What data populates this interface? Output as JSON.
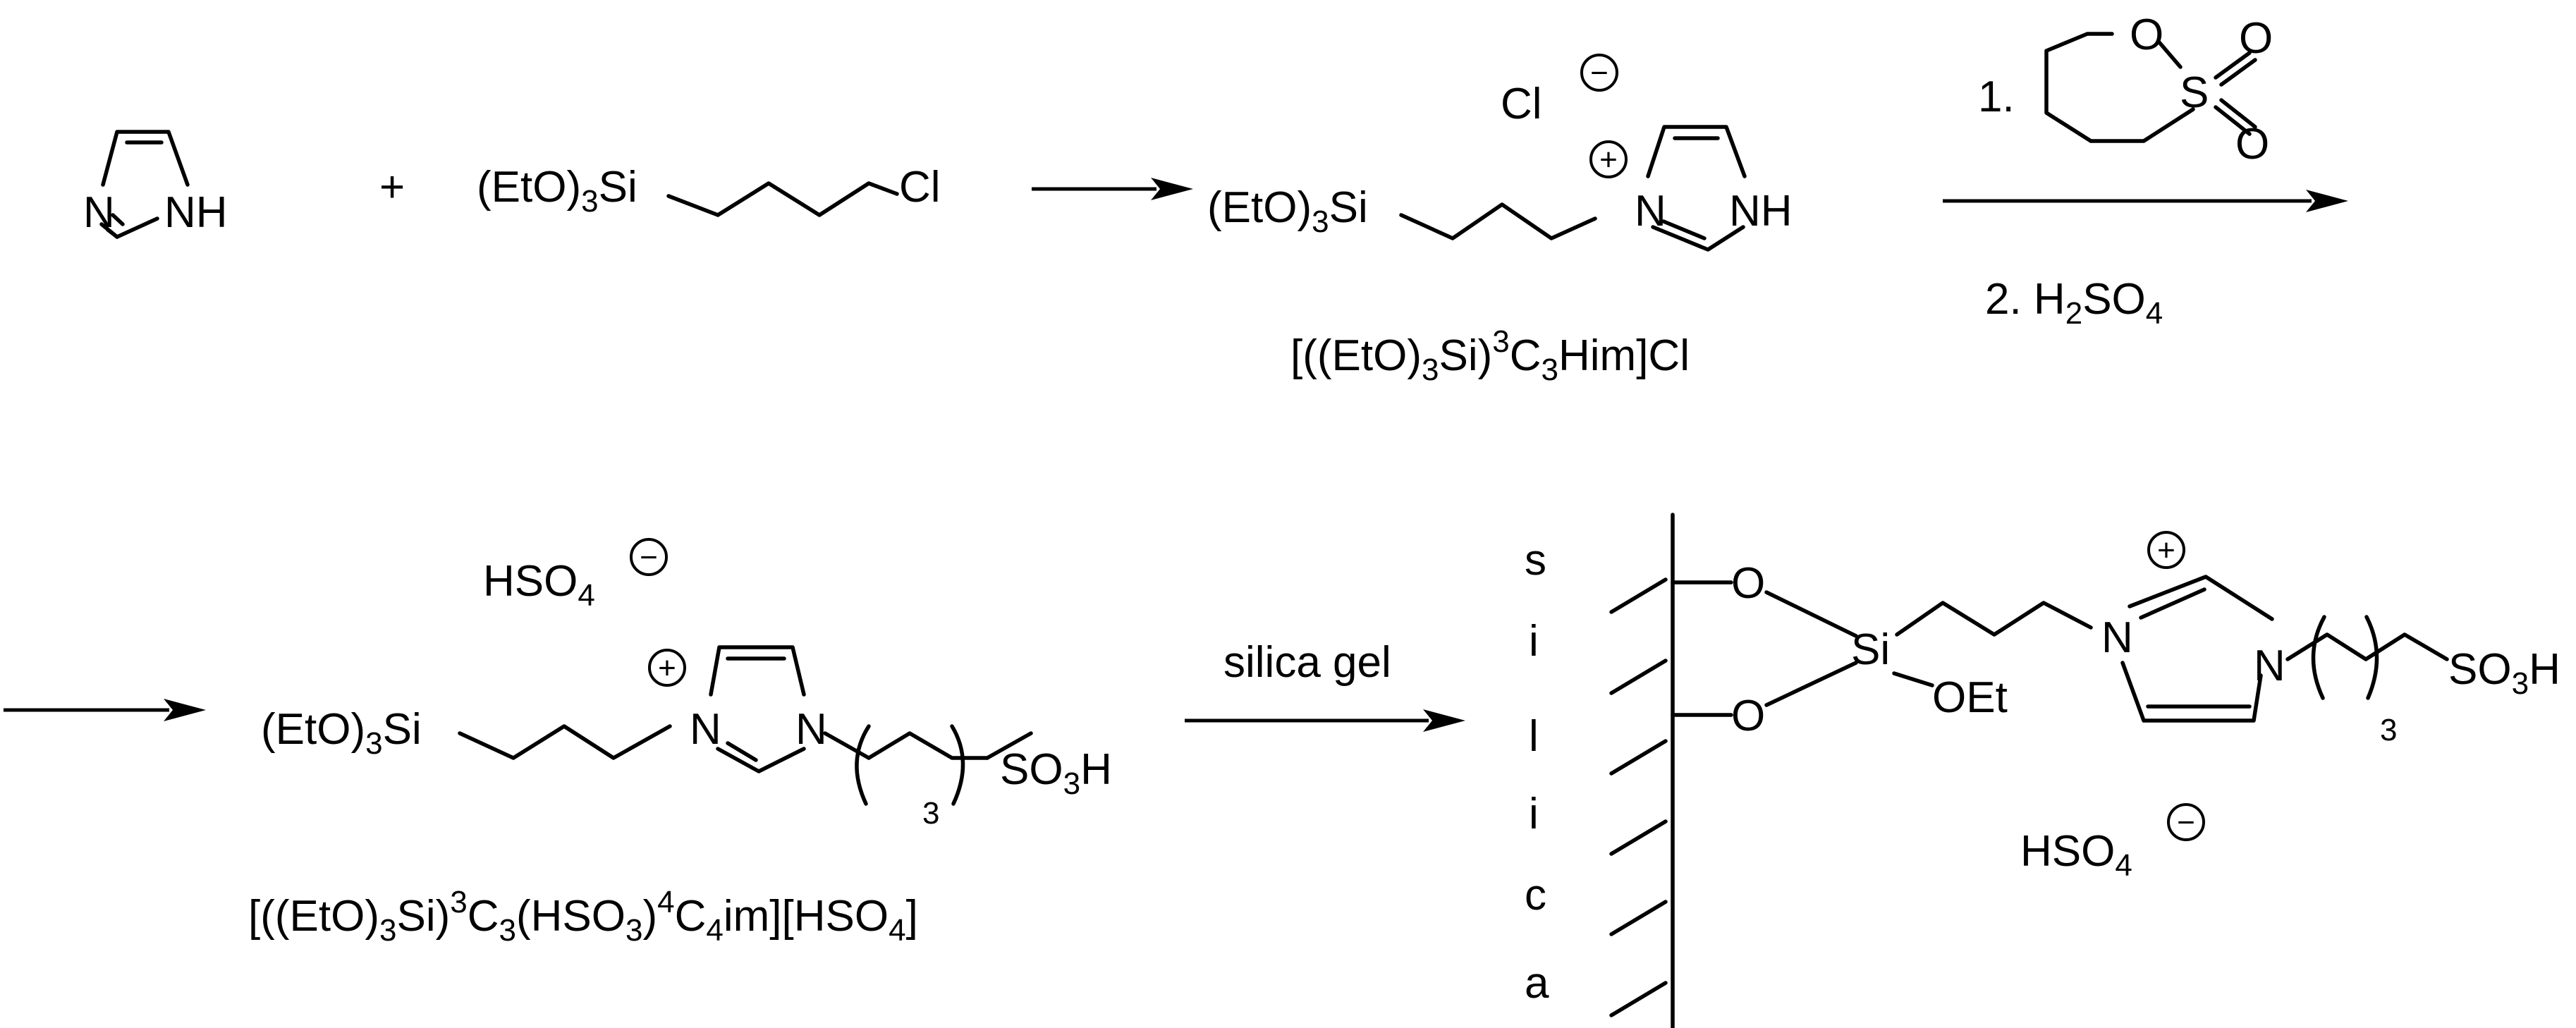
{
  "reaction_1": {
    "plus": "+",
    "imidazole": {
      "n": "N",
      "nh": "NH"
    },
    "silane": {
      "group": "(EtO)",
      "sub": "3",
      "si": "Si",
      "cl": "Cl"
    }
  },
  "intermediate": {
    "anion": "Cl",
    "anion_charge": "−",
    "cation_charge": "+",
    "group": "(EtO)",
    "group_sub": "3",
    "si": "Si",
    "n_plus": "N",
    "nh": "NH",
    "name": {
      "open": "[((EtO)",
      "s1": "3",
      "si": "Si)",
      "sup": "3",
      "c": "C",
      "s2": "3",
      "tail": "Him]Cl"
    }
  },
  "step_arrow": {
    "step1_label": "1.",
    "o_ring": "O",
    "s_ring": "S",
    "o_eq1": "O",
    "o_eq2": "O",
    "step2_prefix": "2. H",
    "step2_sub1": "2",
    "step2_mid": "SO",
    "step2_sub2": "4"
  },
  "product": {
    "anion": "HSO",
    "anion_sub": "4",
    "anion_charge": "−",
    "cation_charge": "+",
    "group": "(EtO)",
    "group_sub": "3",
    "si": "Si",
    "n1": "N",
    "n2": "N",
    "repeat_sub": "3",
    "acid": "SO",
    "acid_sub": "3",
    "acid_h": "H",
    "name": {
      "open": "[((EtO)",
      "s1": "3",
      "si": "Si)",
      "sup1": "3",
      "c1": "C",
      "s2": "3",
      "mid": "(HSO",
      "s3": "3",
      "close": ")",
      "sup2": "4",
      "c2": "C",
      "s4": "4",
      "im": "im][HSO",
      "s5": "4",
      "end": "]"
    }
  },
  "silica_step": {
    "label": "silica gel"
  },
  "supported": {
    "support_letters": [
      "s",
      "i",
      "l",
      "i",
      "c",
      "a"
    ],
    "o1": "O",
    "o2": "O",
    "si": "Si",
    "oet": "OEt",
    "cation_charge": "+",
    "n1": "N",
    "n2": "N",
    "repeat_sub": "3",
    "acid": "SO",
    "acid_sub": "3",
    "acid_h": "H",
    "anion": "HSO",
    "anion_sub": "4",
    "anion_charge": "−"
  }
}
